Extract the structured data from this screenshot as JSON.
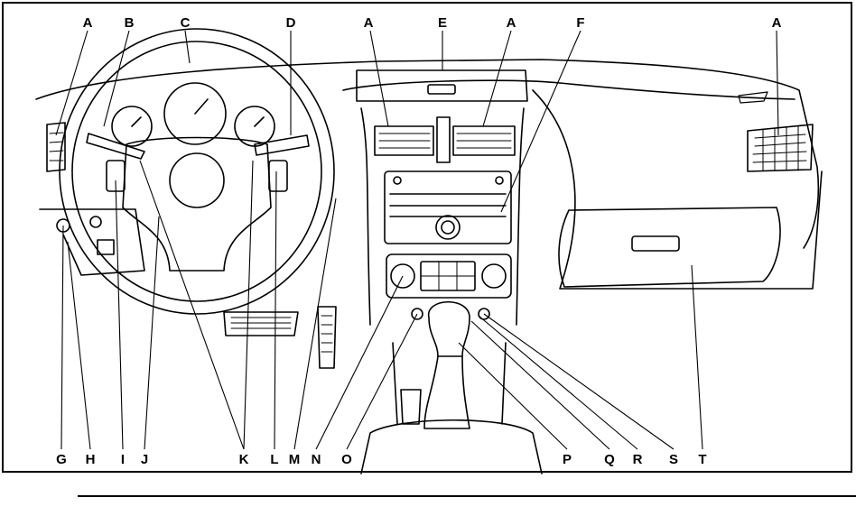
{
  "callouts": {
    "top": [
      "A",
      "B",
      "C",
      "D",
      "A",
      "E",
      "A",
      "F",
      "A"
    ],
    "bottom": [
      "G",
      "H",
      "I",
      "J",
      "K",
      "L",
      "M",
      "N",
      "O",
      "P",
      "Q",
      "R",
      "S",
      "T"
    ]
  },
  "colors": {
    "line": "#000000",
    "background": "#ffffff"
  }
}
